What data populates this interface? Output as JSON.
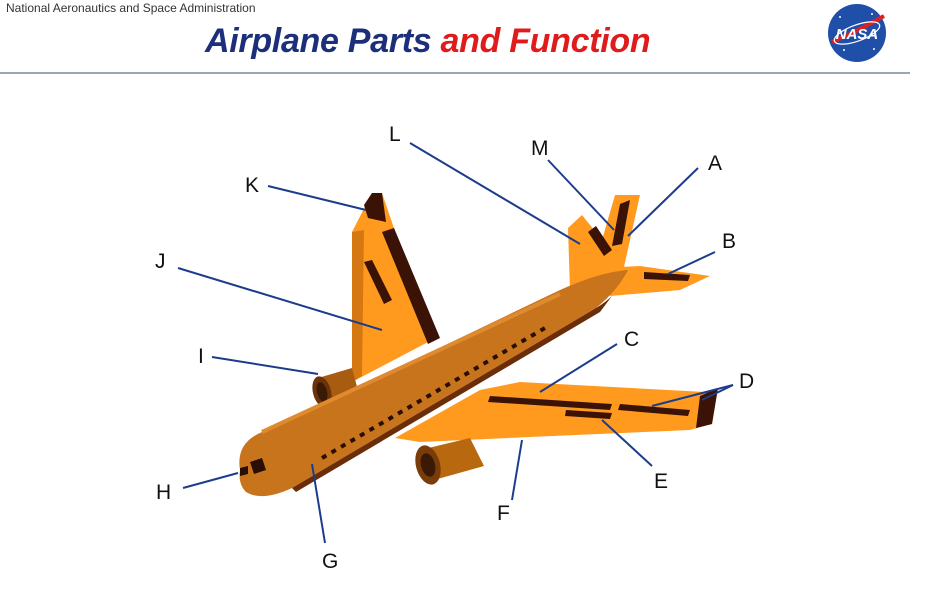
{
  "header": {
    "agency": "National Aeronautics and Space Administration",
    "title_part1": "Airplane Parts",
    "title_part2": "and Function",
    "logo_text": "NASA"
  },
  "labels": {
    "a": "A",
    "b": "B",
    "c": "C",
    "d": "D",
    "e": "E",
    "f": "F",
    "g": "G",
    "h": "H",
    "i": "I",
    "j": "J",
    "k": "K",
    "l": "L",
    "m": "M"
  },
  "colors": {
    "title_blue": "#1b2f7a",
    "title_red": "#e01b1b",
    "wing_orange": "#ff9a1f",
    "fuselage_brown": "#c8741c",
    "dark_panel": "#3a1206",
    "leader_line": "#1c3c8c"
  }
}
